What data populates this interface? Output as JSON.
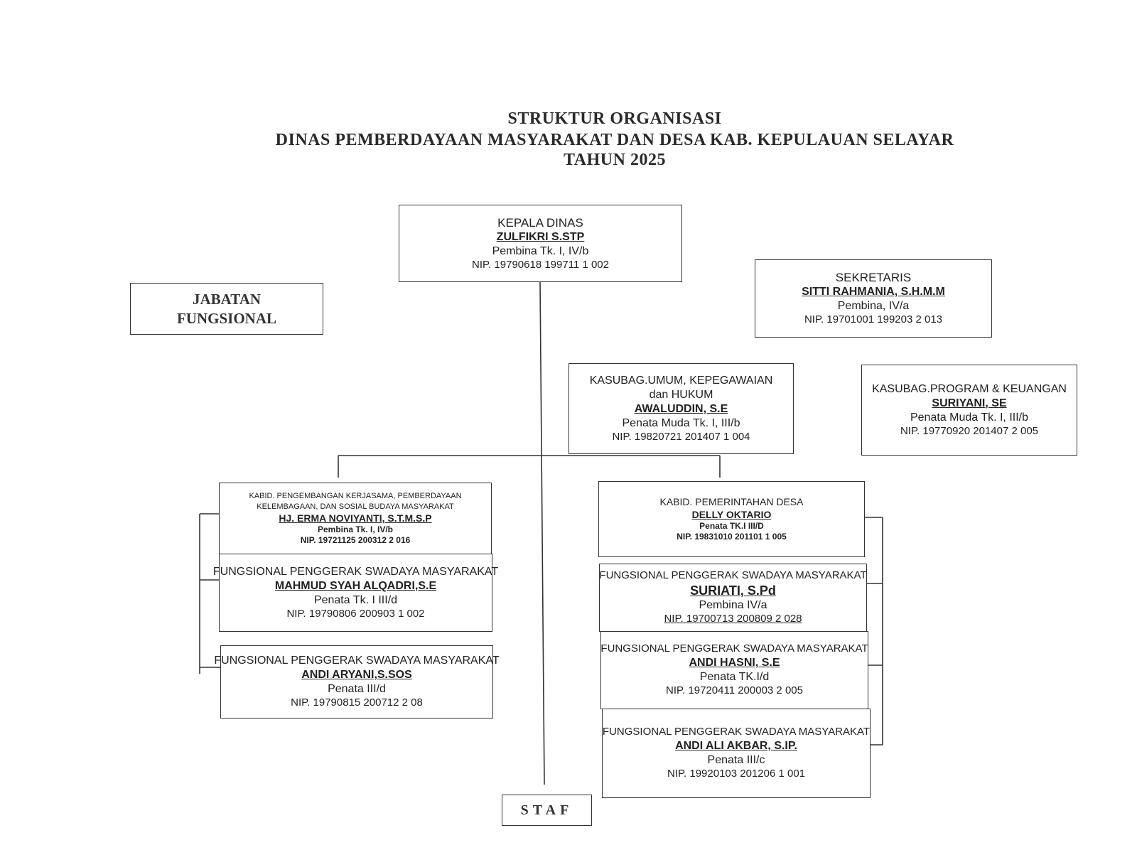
{
  "title": {
    "line1": "STRUKTUR ORGANISASI",
    "line2": "DINAS PEMBERDAYAAN MASYARAKAT DAN DESA KAB. KEPULAUAN SELAYAR",
    "line3": "TAHUN 2025"
  },
  "kepala": {
    "role": "KEPALA DINAS",
    "name": "ZULFIKRI S.STP",
    "rank": "Pembina Tk. I, IV/b",
    "nip": "NIP. 19790618 199711 1 002"
  },
  "sekretaris": {
    "role": "SEKRETARIS",
    "name": "SITTI RAHMANIA, S.H.M.M",
    "rank": "Pembina, IV/a",
    "nip": "NIP. 19701001 199203 2 013"
  },
  "jabatan_fungsional": {
    "line1": "JABATAN",
    "line2": "FUNGSIONAL"
  },
  "kasubag_umum": {
    "role1": "KASUBAG.UMUM, KEPEGAWAIAN",
    "role2": "dan HUKUM",
    "name": "AWALUDDIN, S.E",
    "rank": "Penata Muda Tk. I, III/b",
    "nip": "NIP. 19820721 201407 1 004"
  },
  "kasubag_program": {
    "role": "KASUBAG.PROGRAM & KEUANGAN",
    "name": "SURIYANI, SE",
    "rank": "Penata Muda Tk. I, III/b",
    "nip": "NIP. 19770920 201407 2 005"
  },
  "kabid_kerjasama": {
    "role1": "KABID. PENGEMBANGAN KERJASAMA, PEMBERDAYAAN",
    "role2": "KELEMBAGAAN, DAN SOSIAL BUDAYA MASYARAKAT",
    "name": "HJ. ERMA NOVIYANTI, S.T.M.S.P",
    "rank": "Pembina Tk. I, IV/b",
    "nip": "NIP. 19721125 200312 2 016"
  },
  "fungsional_left": [
    {
      "role": "FUNGSIONAL PENGGERAK SWADAYA MASYARAKAT",
      "name": "MAHMUD SYAH ALQADRI,S.E",
      "rank": "Penata Tk. I III/d",
      "nip": "NIP. 19790806 200903 1 002"
    },
    {
      "role": "FUNGSIONAL PENGGERAK SWADAYA MASYARAKAT",
      "name": "ANDI ARYANI,S.SOS",
      "rank": "Penata III/d",
      "nip": "NIP. 19790815 200712 2 08"
    }
  ],
  "kabid_pemdes": {
    "role": "KABID. PEMERINTAHAN DESA",
    "name": "DELLY OKTARIO",
    "rank": "Penata TK.I III/D",
    "nip": "NIP. 19831010 201101 1 005"
  },
  "fungsional_right": [
    {
      "role": "FUNGSIONAL PENGGERAK SWADAYA MASYARAKAT",
      "name": "SURIATI, S.Pd",
      "rank": "Pembina IV/a",
      "nip": "NIP. 19700713 200809 2 028"
    },
    {
      "role": "FUNGSIONAL PENGGERAK SWADAYA MASYARAKAT",
      "name": "ANDI HASNI, S.E",
      "rank": "Penata TK.I/d",
      "nip": "NIP. 19720411 200003 2 005"
    },
    {
      "role": "FUNGSIONAL PENGGERAK SWADAYA MASYARAKAT",
      "name": "ANDI ALI AKBAR, S.IP.",
      "rank": "Penata III/c",
      "nip": "NIP. 19920103 201206 1 001"
    }
  ],
  "staf": {
    "label": "STAF"
  }
}
